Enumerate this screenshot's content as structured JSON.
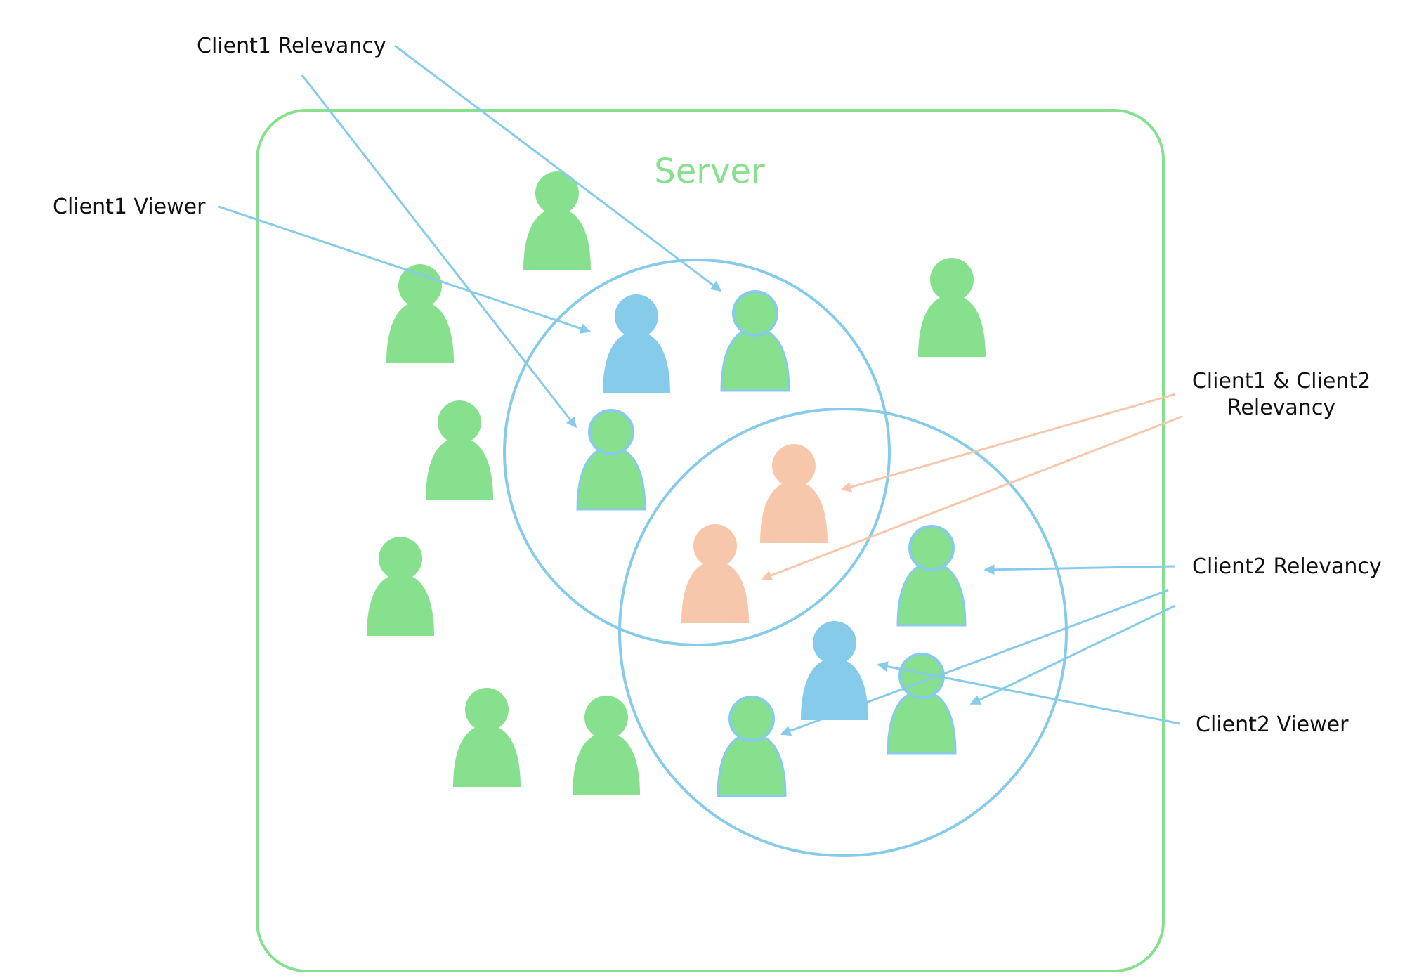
{
  "colors": {
    "server": "#86E08E",
    "client_blue": "#87CBEB",
    "shared_peach": "#F7C7AC",
    "text": "#111111"
  },
  "server": {
    "label": "Server"
  },
  "labels": {
    "client1_relevancy": "Client1 Relevancy",
    "client1_viewer": "Client1 Viewer",
    "shared_relevancy_line1": "Client1 & Client2",
    "shared_relevancy_line2": "Relevancy",
    "client2_relevancy": "Client2 Relevancy",
    "client2_viewer": "Client2 Viewer"
  },
  "icons": {
    "person": "person-icon",
    "arrow": "arrow-icon"
  }
}
